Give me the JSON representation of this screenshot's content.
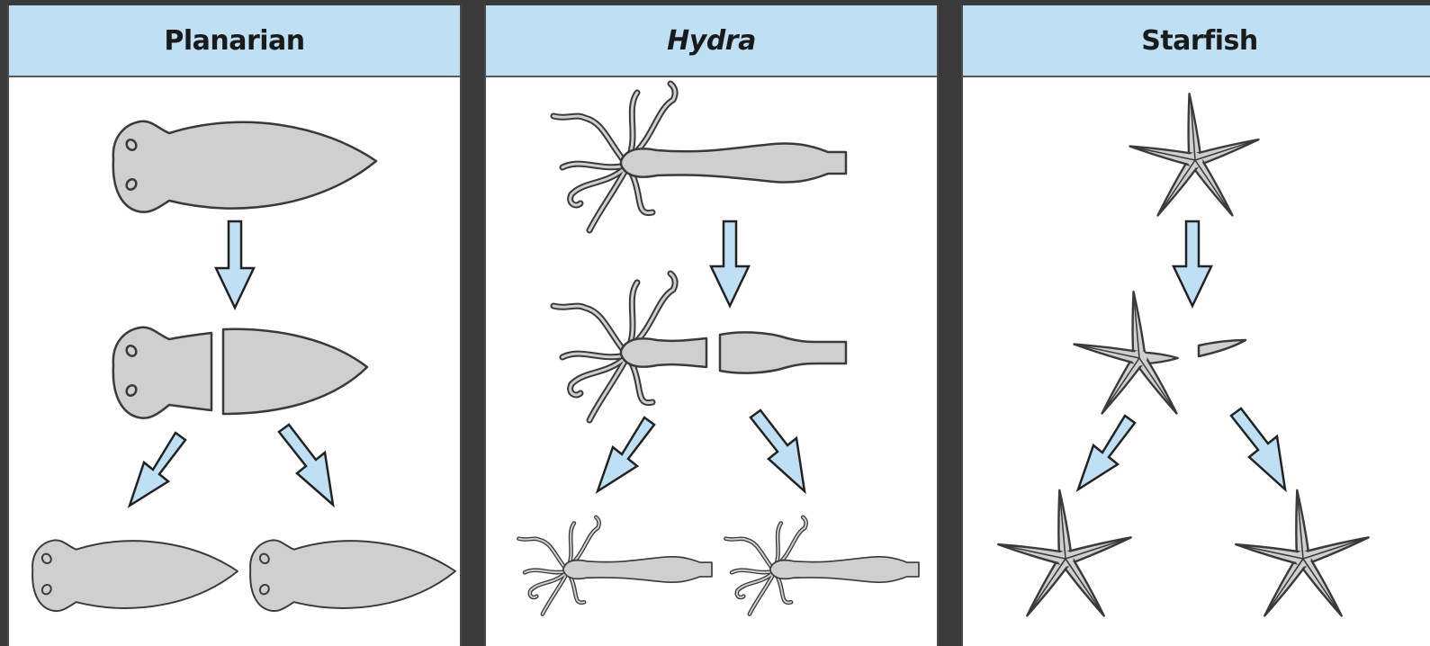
{
  "panels": [
    {
      "title": "Planarian",
      "italic": false
    },
    {
      "title": "Hydra",
      "italic": true
    },
    {
      "title": "Starfish",
      "italic": false
    }
  ],
  "colors": {
    "header_bg": "#bfe0f4",
    "arrow_fill": "#bfe0f4",
    "organism_fill": "#cfcfcf",
    "outline": "#3a3a3a",
    "background": "#3a3a3a"
  }
}
